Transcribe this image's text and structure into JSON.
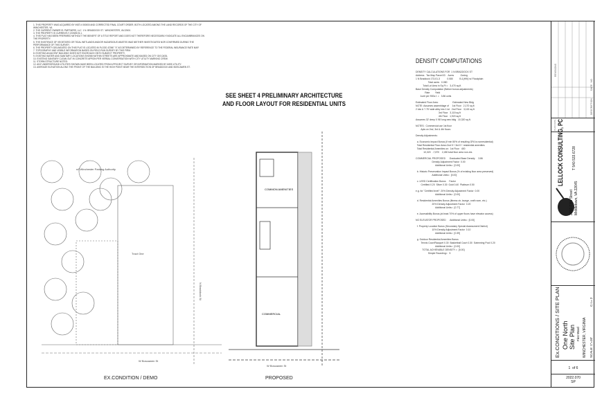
{
  "notes": [
    "1. THIS PROPERTY WAS ACQUIRED BY INST.# 000000 AND CORRECTED FINAL COURT ORDER, BOTH LOCATED AMONG THE LAND RECORDS OF THE CITY OF WINCHESTER, VA.",
    "2. THE CURRENT OWNER IS: PARTNERS, LLC  1 N. BRADDOCK ST.  WINCHESTER, VA 22601",
    "3. THE PROPERTY IS CURRENTLY ZONED B-1.",
    "4. THIS PLAT HAS BEEN PREPARED WITHOUT THE BENEFIT OF A TITLE REPORT AND DOES NOT THEREFORE NECESSARILY INDICATE ALL ENCUMBRANCES ON THE PROPERTY.",
    "5. THE EXISTENCE OF VEGETATED OR TIDAL WETLANDS AND/OR HAZARDOUS WASTES WAS NEITHER INVESTIGATED NOR CONFIRMED DURING THE PERFORMANCE OF THIS SURVEY.",
    "6. THE PROPERTY DELINEATED ON THIS PLAT IS LOCATED IN FLOOD ZONE \"X\" AS DETERMINED BY REFERENCE TO THE FEDERAL INSURANCE RATE MAP.",
    "7. TOPOGRAPHY AND VISIBLE INFORMATION BASED ON FIELD RUN SURVEY BY THIS FIRM.",
    "8. EXISTING ADJACENT BUILDING DOES NOT ENCROACH ONTO SUBJECT PROPERTY.",
    "9. EXISTING WATER AND SANITARY LOCATIONS SHOWN WITHIN STREETS ARE APPROXIMATE AND BASED ON CITY GIS DATA.",
    "10. EXISTING SANITARY CLEAN OUT IN CONCRETE APRON PER VERBAL CONVERSATION WITH CITY UTILITY MARKING CREW.",
    "11. STORM STRUCTURE NOTES:",
    "12. ANY UNDERGROUND UTILITIES SHOWN HAVE BEEN LOCATED FROM A PROJECT SURVEY OR INFORMATION MARKED BY MISS UTILITY.",
    "13. AVERAGE ELEVATION ALONG THE FRONT OF THE BUILDING IS THE HIGH POINT NEAR THE INTERSECTION OF BRADDOCK AND BOSCAWEN ST."
  ],
  "heading": {
    "line1": "SEE SHEET 4 PRELIMINARY ARCHITECTURE",
    "line2": "AND FLOOR LAYOUT FOR RESIDENTIAL UNITS"
  },
  "plans": {
    "existing_label": "EX.CONDITION / DEMO",
    "proposed_label": "PROPOSED",
    "existing_tract": "Tract One",
    "street_left": "W Boscawen St",
    "street_right": "N Braddock St",
    "room_common": "COMMON AMENITIES",
    "room_commercial": "COMMERCIAL",
    "parking_authority": "n/f Winchester Parking Authority"
  },
  "density": {
    "title": "DENSITY COMPUTATIONS",
    "rows": [
      "DENSITY CALCULATIONS FOR  1 N BRADDOCK ST",
      "Address   Tax Map Parcel ID    Acres          Zoning",
      "1 N Braddock 173-01-3           0.080          B-1(HW) w/ Floodplain",
      "                   Total acres   0.080",
      "           Total Lot Area in Sq Ft =   3,470 sq.ft.",
      "Base Density Computation (Before bonus adjustments)",
      "              Rate        Yield",
      "       1unit per 900s.f. =   3.86 units",
      "Estimated Floor Area:                      Estimated New Bldg",
      "NOTE: Assumes assemblage of     1st Floor   2,170 sq.ft",
      "2 lots & 7.75' wide alley into 1 lot   2nd Floor   3,115 sq.ft",
      "                                   3rd Floor   3,115 sq.ft",
      "                                   4th Floor   1,920 sq.ft",
      "Assumes 32' deep X 98' long new bldg   10,320 sq.ft.",
      "NOTES:  Commercial use 1st floor",
      "        Apts on 2nd, 3rd & 4th floors",
      "Density Adjustments:",
      "  a. Economic Impact Bonus (if min 50% of resulting GFA is nonresidential)",
      "  Total Residential Floor Area=2nd fl + 3rd fl + residential amenities",
      "  Total Residential Amenities on:  1st Floor   400",
      "            10,320   -7,870    2,450 total floor area non-res",
      "COMMERCIAL PROPOSED      Graduated Base Density     3.86",
      "                         Density Adjustment Factor  0.00",
      "                              Additional Units=  [0.00]",
      "  b. Historic Preservation Impact Bonus (% of existing floor area preserved)",
      "                         Additional Units=  [0.00]",
      "  c. LEED Certification Bonus     Factor",
      "        Certified 0.20  Silver 0.30  Gold 0.40  Platinum 0.50",
      "e.g. for \"Certified level\": 20% Density Adjustment Factor  0.00",
      "                              Additional Units=  [0.00]",
      "  d. Residential Amenities Bonus (fitness ctr, lounge, craft room, etc.)",
      "                         20% Density Adjustment Factor  0.20",
      "                              Additional Units=  [0.77]",
      "  e. Accessibility Bonus (at least 70% of upper floors have elevator access)",
      "NO ELEVATOR PROPOSED      Additional Units=  [0.00]",
      "  f. Property Location Bonus (Secondary Special Assessment District)",
      "                         10% Density Adjustment Factor  0.10",
      "                              Additional Units=  [0.39]",
      "  g. Outdoor Residential Amenities Bonus",
      "        Tennis Court/Racquet 0.30  Basketball Court 0.30  Swimming Pool 0.20",
      "                              Additional Units=  [0.00]",
      "          TOTAL ACHIEVABLE DENSITY =  [5.00]",
      "                   Simple Rounding=   5"
    ]
  },
  "title_block": {
    "revisions_label": "REVISIONS",
    "description_label": "DESCRIPTION",
    "no_label": "NO.",
    "date_label": "DATE",
    "plan_date": "PLAN DATE",
    "firm_name": "LELLOCK CONSULTING, PC",
    "firm_address1": "2350 Fifth Street",
    "firm_address2": "Middletown, VA 22645",
    "firm_phone": "T 540.533.6728",
    "sheet_title": "Ex.CONDITIONS / SITE PLAN",
    "project_line1": "One North",
    "project_line2": "Site Plan",
    "ward": "First Ward",
    "location": "WINCHESTER, VIRGINIA",
    "scale": "SCALE: 1\"=10'",
    "ci": "C.I.= 2",
    "sheet_number": "1",
    "sheet_of": "of 6",
    "job_number": "2022.070",
    "sheet_code": "SP"
  }
}
